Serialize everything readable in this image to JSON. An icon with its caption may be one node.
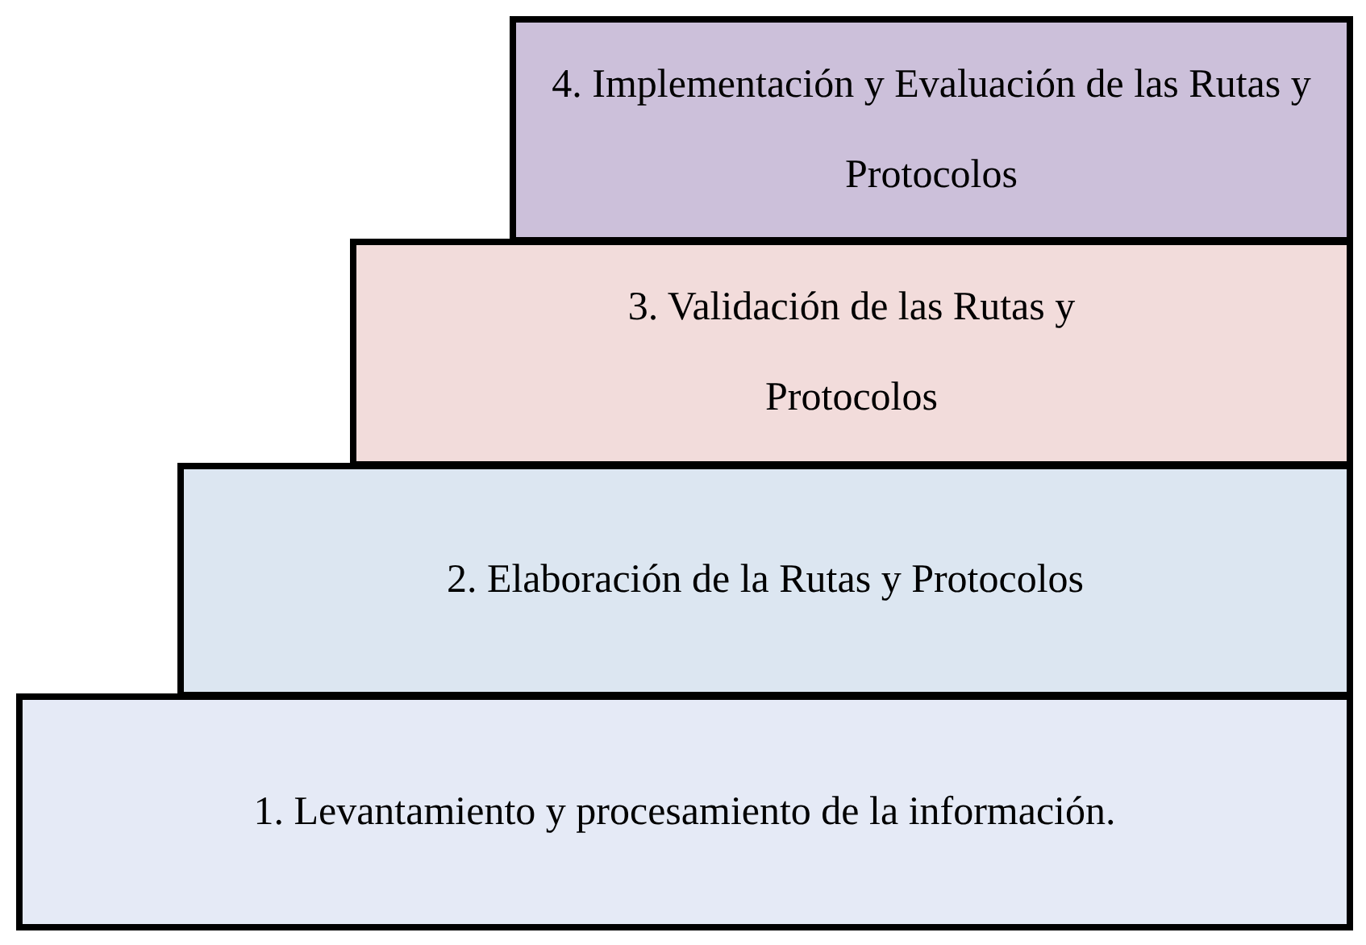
{
  "diagram": {
    "nodes": [
      {
        "text": [
          "4. Implementación y Evaluación de las Rutas y Protocolos"
        ]
      },
      {
        "text": [
          "3. Validación de las Rutas y Protocolos"
        ]
      },
      {
        "text": [
          "2. Elaboración de la Rutas y Protocolos"
        ]
      },
      {
        "text": [
          "1. Levantamiento y procesamiento de la información."
        ]
      }
    ],
    "edges": []
  }
}
